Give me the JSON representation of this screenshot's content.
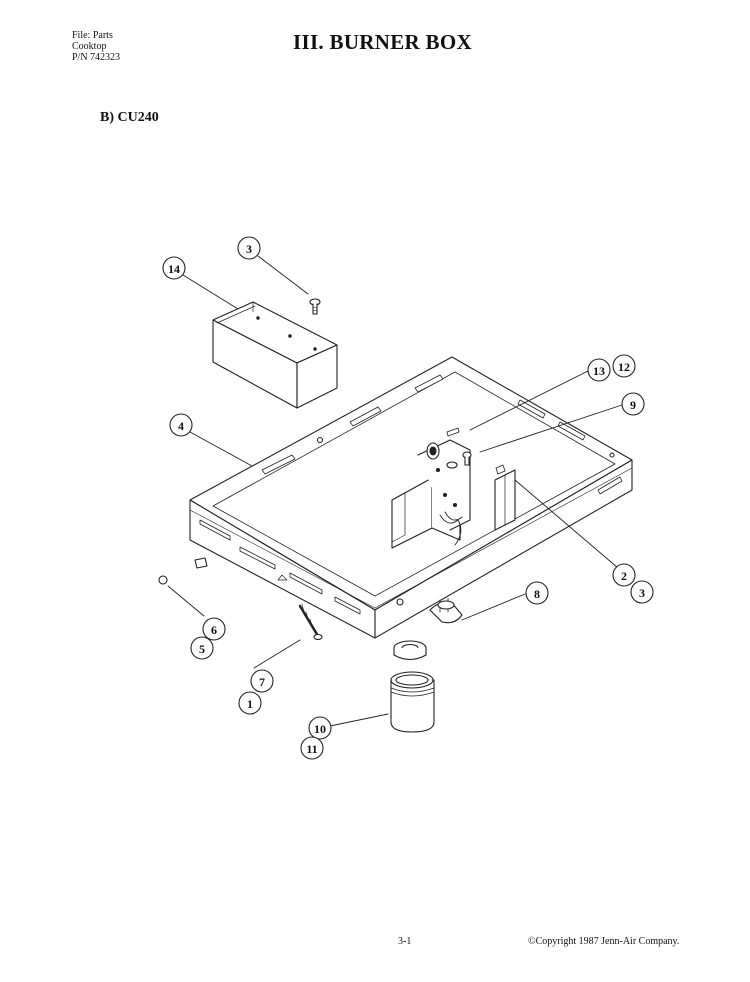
{
  "header": {
    "file_line": "File: Parts",
    "category_line": "Cooktop",
    "part_number_line": "P/N 742323",
    "title": "III.  BURNER BOX"
  },
  "section": {
    "title": "B) CU240"
  },
  "callouts": {
    "c3_top": "3",
    "c14": "14",
    "c4": "4",
    "c13": "13",
    "c12": "12",
    "c9": "9",
    "c2": "2",
    "c3_right": "3",
    "c8": "8",
    "c6": "6",
    "c5": "5",
    "c7": "7",
    "c1": "1",
    "c10": "10",
    "c11": "11"
  },
  "footer": {
    "page_number": "3-1",
    "copyright": "©Copyright 1987 Jenn-Air Company."
  }
}
